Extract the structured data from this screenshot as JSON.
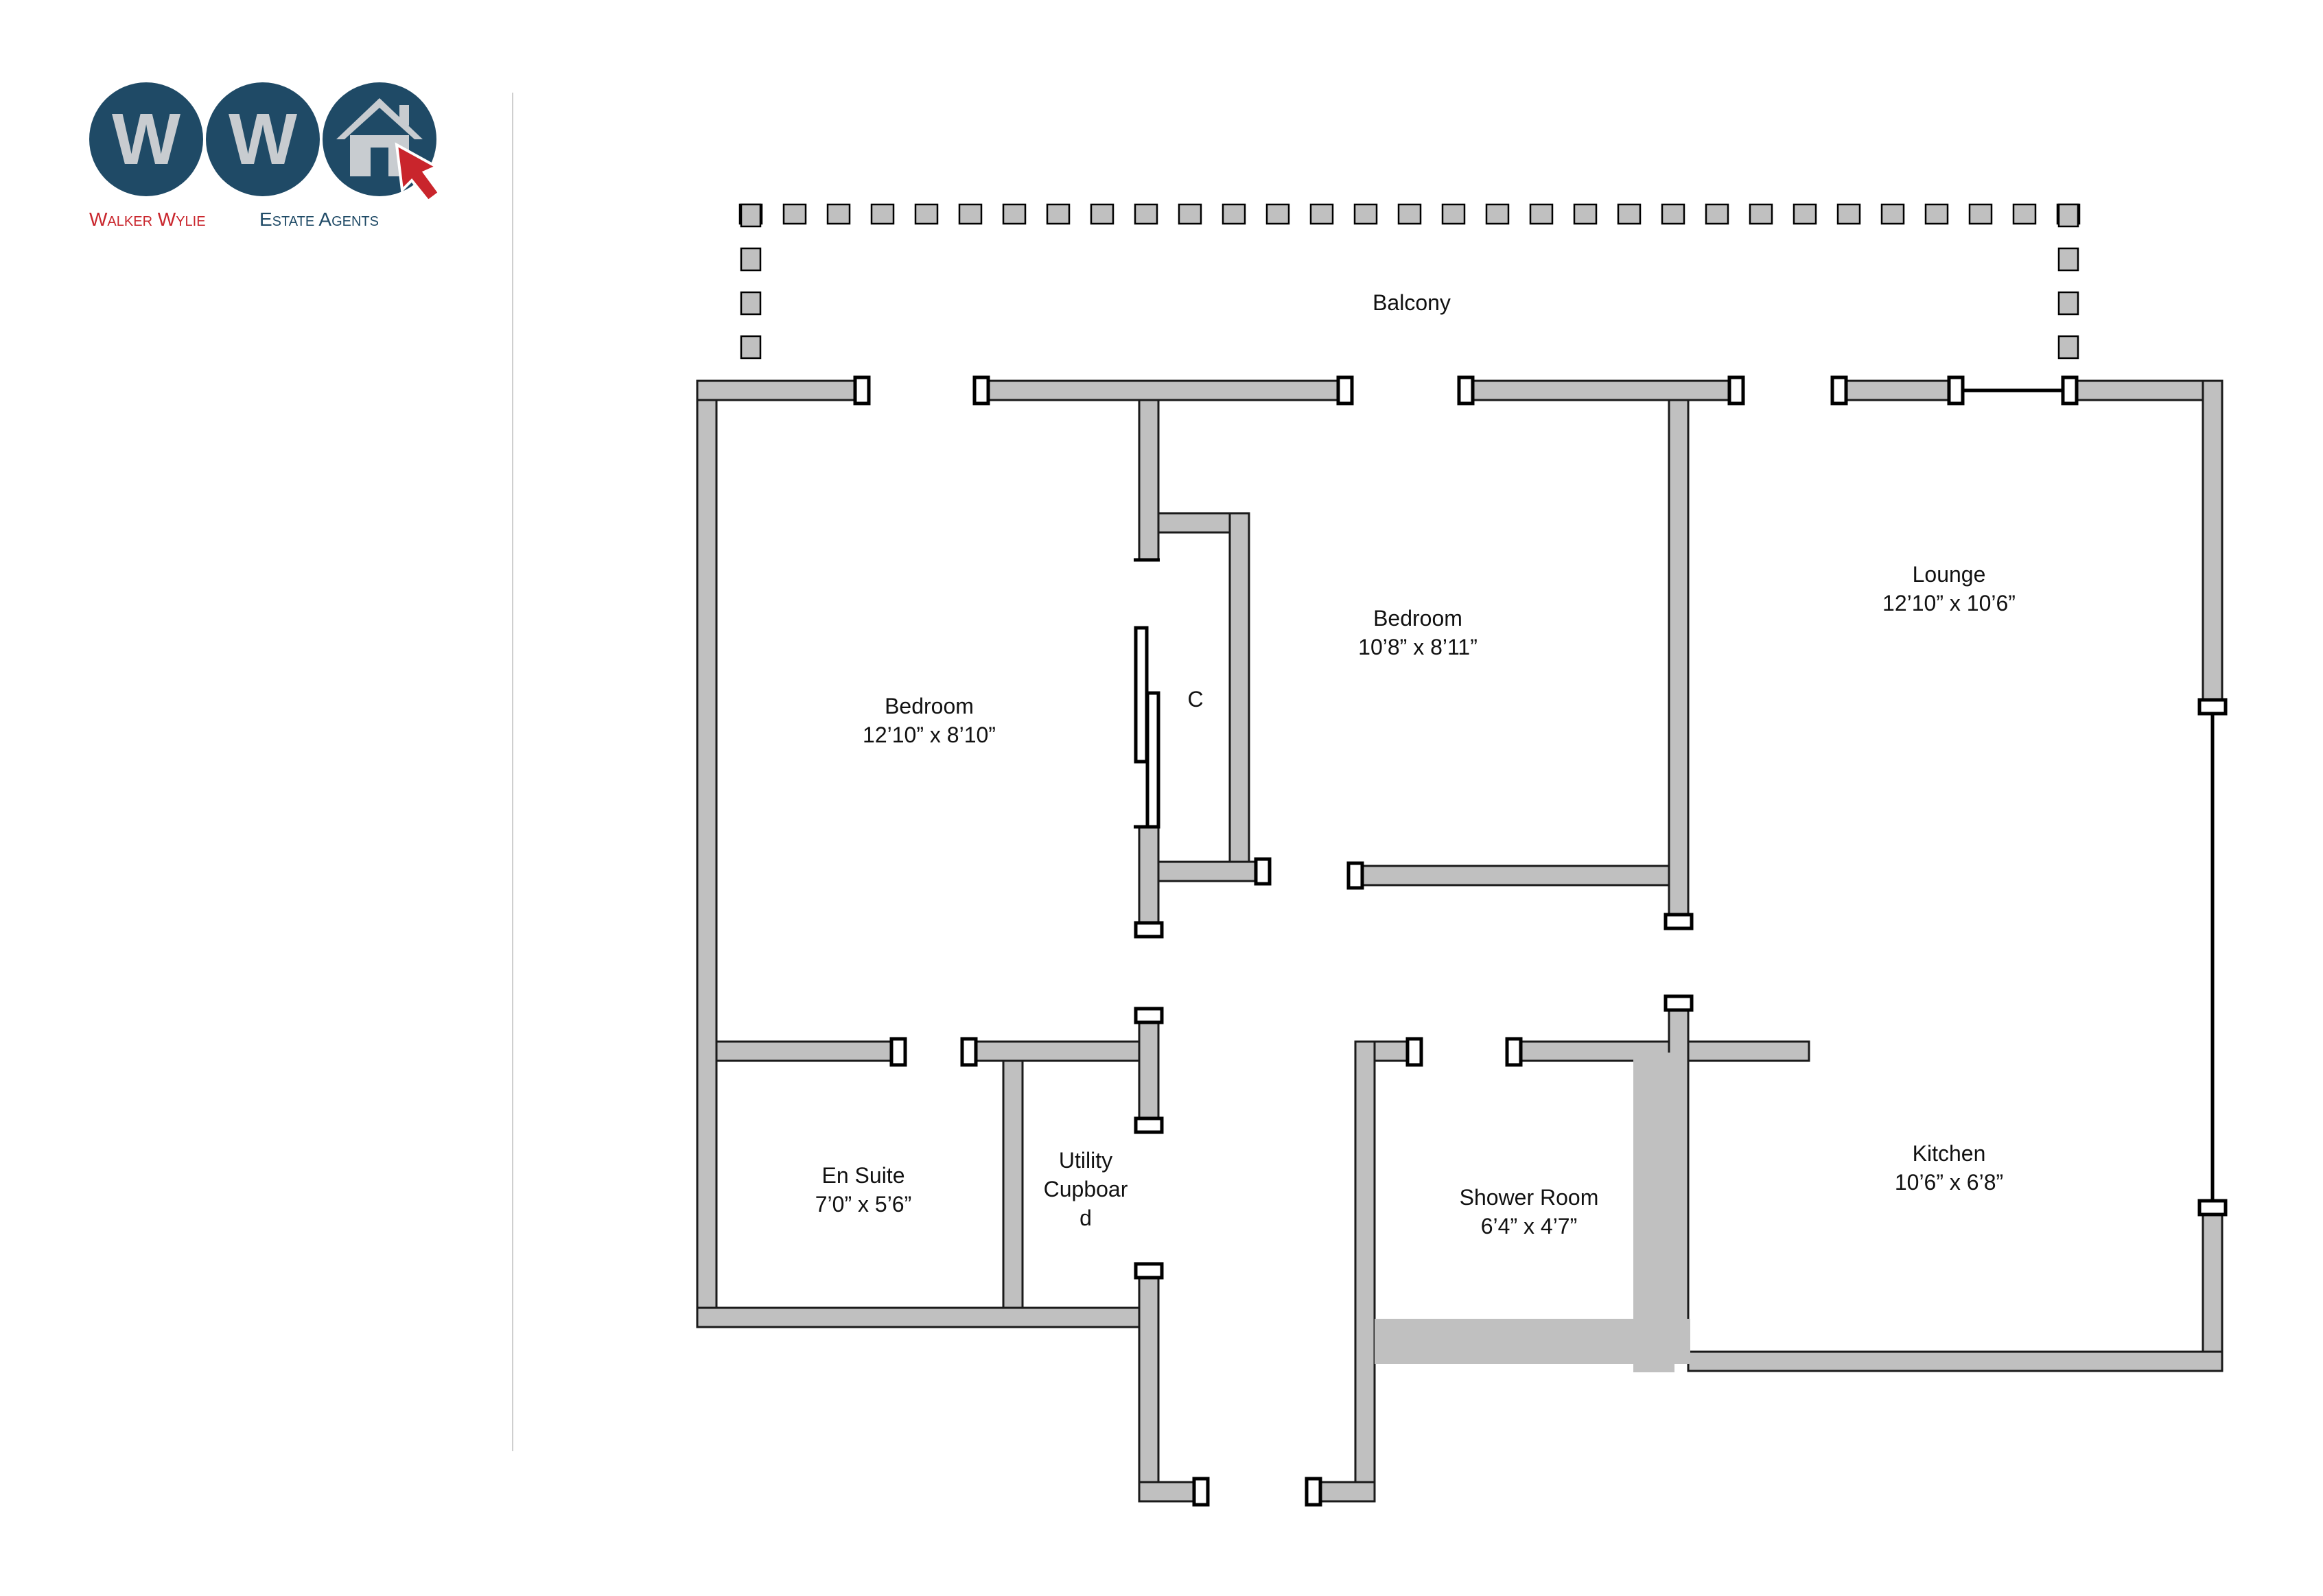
{
  "brand": {
    "letters": [
      "W",
      "W"
    ],
    "name_part1": "Walker Wylie",
    "name_part2": "Estate Agents",
    "colors": {
      "navy": "#1f4a66",
      "red": "#c9252c",
      "grey": "#c8ccd0",
      "wall": "#c0c0c0"
    }
  },
  "rooms": {
    "balcony": {
      "name": "Balcony"
    },
    "bedroom1": {
      "name": "Bedroom",
      "size": "12’10” x 8’10”"
    },
    "bedroom2": {
      "name": "Bedroom",
      "size": "10’8” x 8’11”"
    },
    "lounge": {
      "name": "Lounge",
      "size": "12’10” x 10’6”"
    },
    "cupboard": {
      "name": "C"
    },
    "ensuite": {
      "name": "En Suite",
      "size": "7’0” x 5’6”"
    },
    "utility": {
      "line1": "Utility",
      "line2": "Cupboar",
      "line3": "d"
    },
    "shower": {
      "name": "Shower Room",
      "size": "6’4” x 4’7”"
    },
    "kitchen": {
      "name": "Kitchen",
      "size": "10’6” x 6’8”"
    }
  }
}
